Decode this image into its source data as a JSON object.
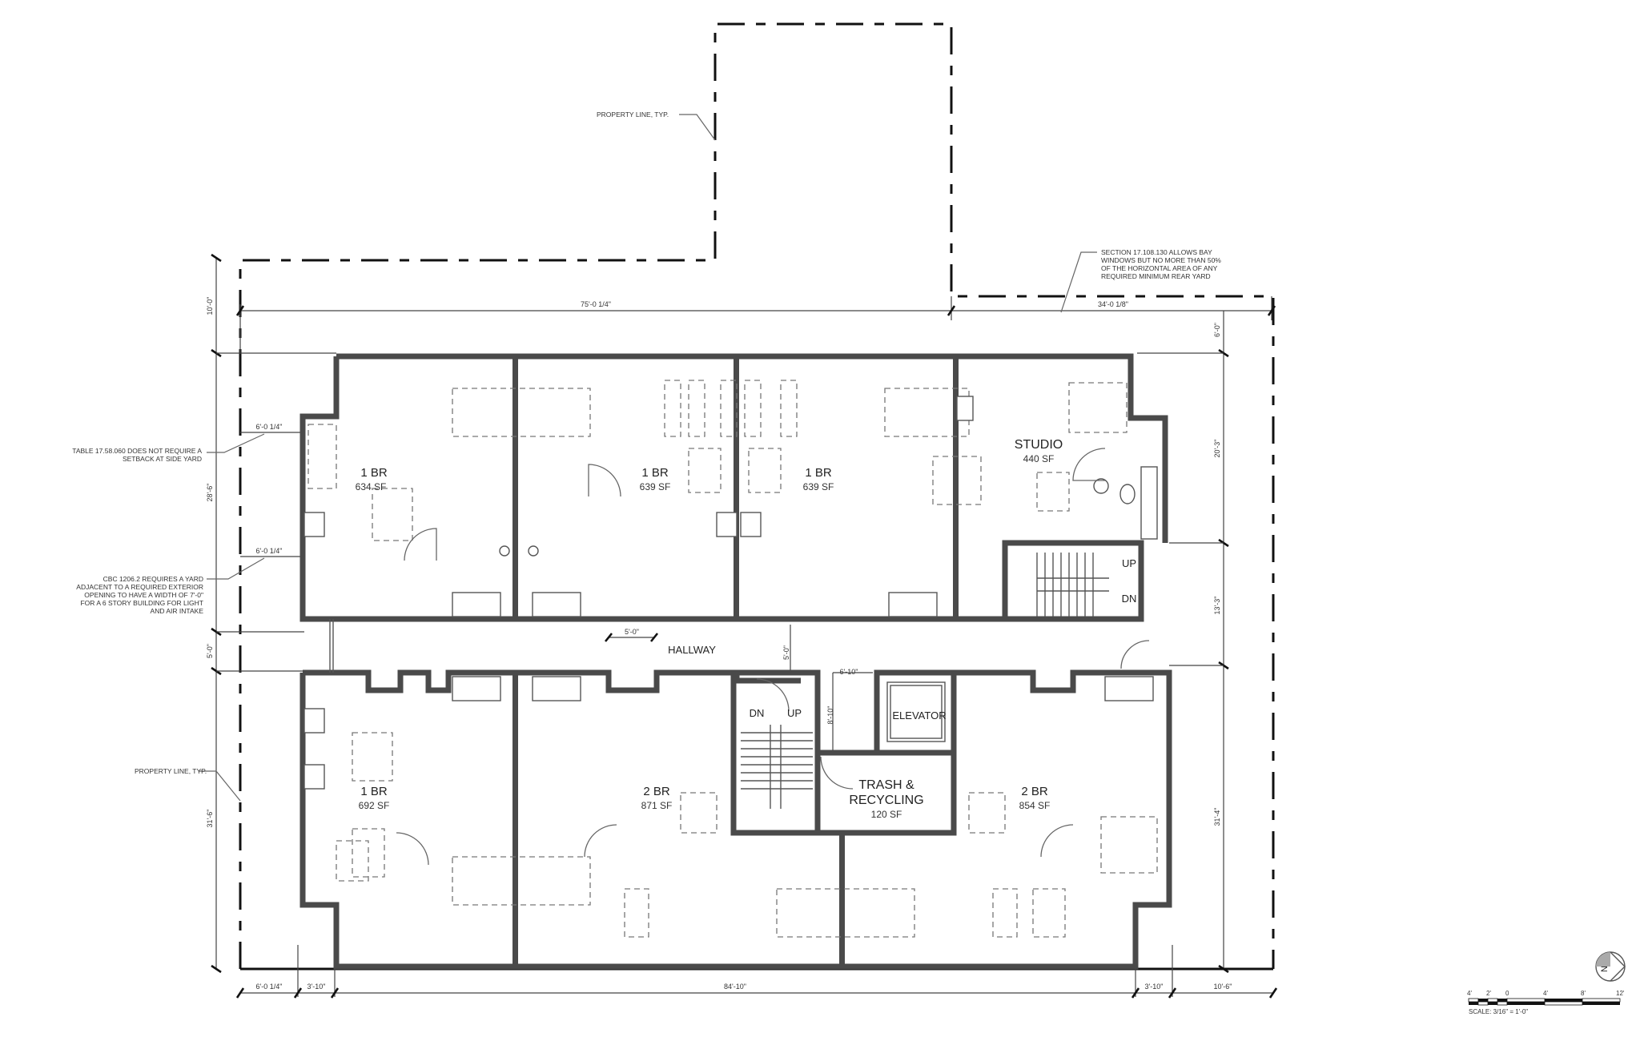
{
  "drawing": {
    "type": "architectural floor plan",
    "north_arrow": "N",
    "scale_label": "SCALE: 3/16\" = 1'-0\"",
    "scale_ticks": [
      "4'",
      "2'",
      "0",
      "4'",
      "8'",
      "12'"
    ]
  },
  "units": [
    {
      "id": "unit-1br-634",
      "type": "1 BR",
      "area": "634 SF"
    },
    {
      "id": "unit-1br-639a",
      "type": "1 BR",
      "area": "639 SF"
    },
    {
      "id": "unit-1br-639b",
      "type": "1 BR",
      "area": "639 SF"
    },
    {
      "id": "unit-studio",
      "type": "STUDIO",
      "area": "440 SF"
    },
    {
      "id": "unit-1br-692",
      "type": "1 BR",
      "area": "692 SF"
    },
    {
      "id": "unit-2br-871",
      "type": "2 BR",
      "area": "871 SF"
    },
    {
      "id": "unit-2br-854",
      "type": "2 BR",
      "area": "854 SF"
    }
  ],
  "common": {
    "hallway": "HALLWAY",
    "elevator": "ELEVATOR",
    "trash_line1": "TRASH &",
    "trash_line2": "RECYCLING",
    "trash_area": "120 SF",
    "stair_up": "UP",
    "stair_dn": "DN"
  },
  "notes": {
    "property_line_top": "PROPERTY LINE, TYP.",
    "property_line_left": "PROPERTY LINE, TYP.",
    "bay_windows": [
      "SECTION 17.108.130 ALLOWS BAY",
      "WINDOWS BUT NO MORE THAN 50%",
      "OF THE HORIZONTAL AREA OF ANY",
      "REQUIRED MINIMUM REAR YARD"
    ],
    "side_yard": [
      "TABLE 17.58.060 DOES NOT REQUIRE A",
      "SETBACK AT SIDE YARD"
    ],
    "cbc": [
      "CBC 1206.2 REQUIRES A YARD",
      "ADJACENT TO A REQUIRED EXTERIOR",
      "OPENING TO HAVE A WIDTH OF 7'-0\"",
      "FOR A 6 STORY BUILDING FOR LIGHT",
      "AND AIR INTAKE"
    ]
  },
  "dimensions": {
    "top_left": "75'-0 1/4\"",
    "top_right": "34'-0 1/8\"",
    "left_top": "10'-0\"",
    "left_upper": "28'-6\"",
    "left_hall": "5'-0\"",
    "left_lower": "31'-6\"",
    "right_top": "6'-0\"",
    "right_upper": "20'-3\"",
    "right_core": "13'-3\"",
    "right_lower": "31'-4\"",
    "bottom_1": "6'-0 1/4\"",
    "bottom_2": "3'-10\"",
    "bottom_3": "84'-10\"",
    "bottom_4": "3'-10\"",
    "bottom_5": "10'-6\"",
    "side_setback_1": "6'-0 1/4\"",
    "side_setback_2": "6'-0 1/4\"",
    "hall_width": "5'-0\"",
    "hall_door": "5'-0\"",
    "vestibule_w": "6'-10\"",
    "vestibule_h": "8'-10\""
  }
}
